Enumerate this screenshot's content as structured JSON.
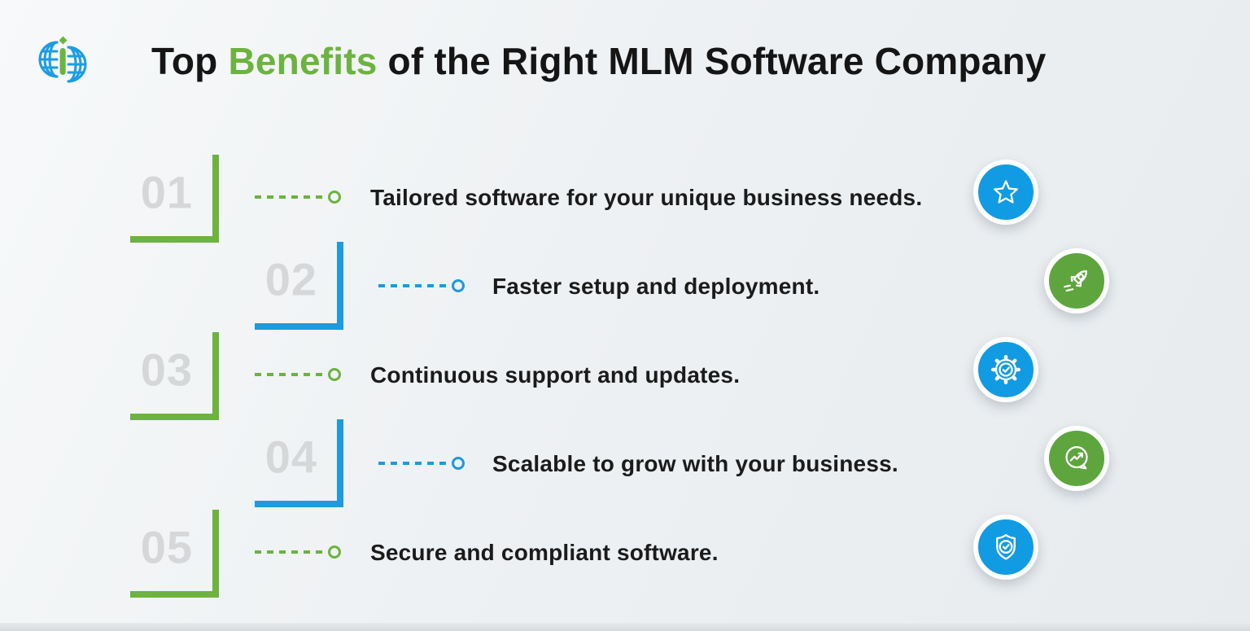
{
  "header": {
    "logo_icon": "globe-i-logo-icon",
    "title": {
      "prefix": "Top ",
      "highlight": "Benefits",
      "suffix": " of the Right MLM Software Company"
    }
  },
  "colors": {
    "accent_green": "#6CB33F",
    "accent_blue": "#1E9ADE",
    "icon_blue_bg": "#119BE3",
    "icon_green_bg": "#5EA53E",
    "number_gray": "#D5D7D9",
    "title_dark": "#151515",
    "background_light": "#EEF1F3"
  },
  "items": [
    {
      "number": "01",
      "text": "Tailored software for your unique business needs.",
      "accent": "green",
      "icon": "star-icon",
      "icon_bg": "blue"
    },
    {
      "number": "02",
      "text": "Faster setup and deployment.",
      "accent": "blue",
      "icon": "rocket-icon",
      "icon_bg": "green"
    },
    {
      "number": "03",
      "text": "Continuous support and updates.",
      "accent": "green",
      "icon": "gear-check-icon",
      "icon_bg": "blue"
    },
    {
      "number": "04",
      "text": "Scalable to grow with your business.",
      "accent": "blue",
      "icon": "growth-chart-icon",
      "icon_bg": "green"
    },
    {
      "number": "05",
      "text": "Secure and compliant software.",
      "accent": "green",
      "icon": "shield-check-icon",
      "icon_bg": "blue"
    }
  ]
}
